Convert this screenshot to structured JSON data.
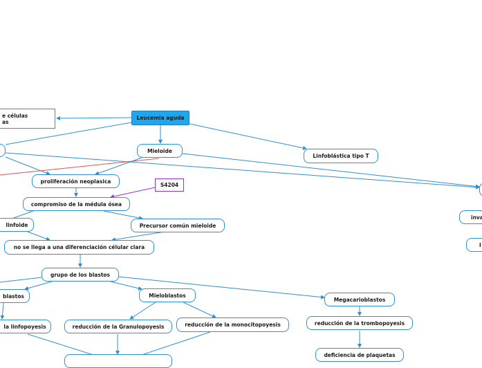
{
  "nodes": {
    "root": "Leucemia aguda",
    "celulas": "e células\nas",
    "mieloide": "Mieloide",
    "linfoblastica_t": "Linfoblástica tipo T",
    "proliferacion": "proliferación neoplasica",
    "s4204": "S4204",
    "compromiso": "compromiso de la médula ósea",
    "linfoide": "linfoide",
    "precursor_mieloide": "Precursor común mieloide",
    "diferenciacion": "no se llega a una diferenciación célular clara",
    "grupo_blastos": "grupo de los blastos",
    "linfoblastos": "blastos",
    "mieloblastos": "Mieloblastos",
    "megacarioblastos": "Megacarioblastos",
    "linfopoyesis": "la linfopoyesis",
    "granulopoyesis": "reducción de la Granulopoyesis",
    "monocitopoyesis": "reducción de la monocitopoyesis",
    "trombopoyesis": "reducción de la trombopoyesis",
    "plaquetas": "deficiencia de plaquetas",
    "right_inva": "inva",
    "right_i": "I"
  },
  "colors": {
    "line": "#2f8fd0",
    "root_fill": "#1ea7ec",
    "red_line": "#e05050",
    "tag_border": "#9b32c8"
  }
}
